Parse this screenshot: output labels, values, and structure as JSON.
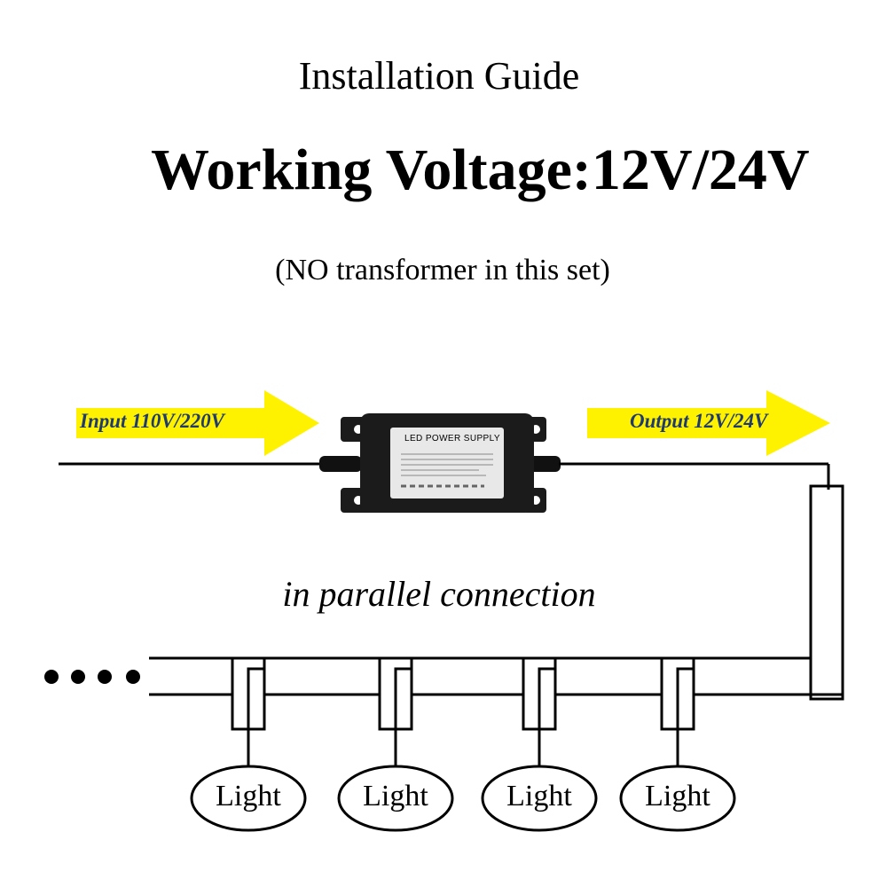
{
  "guide": {
    "title": "Installation Guide",
    "headline": "Working Voltage:12V/24V",
    "subtitle": "(NO transformer in this set)",
    "caption": "in parallel connection"
  },
  "arrows": {
    "input_label": "Input 110V/220V",
    "output_label": "Output 12V/24V",
    "fill_color": "#fff200",
    "text_color": "#1f3a6e"
  },
  "device": {
    "label": "LED POWER SUPPLY",
    "body_color": "#1b1b1b",
    "panel_color": "#e8e8e8"
  },
  "lights": [
    {
      "label": "Light"
    },
    {
      "label": "Light"
    },
    {
      "label": "Light"
    },
    {
      "label": "Light"
    }
  ],
  "continuation_icon": "ellipsis-dots"
}
